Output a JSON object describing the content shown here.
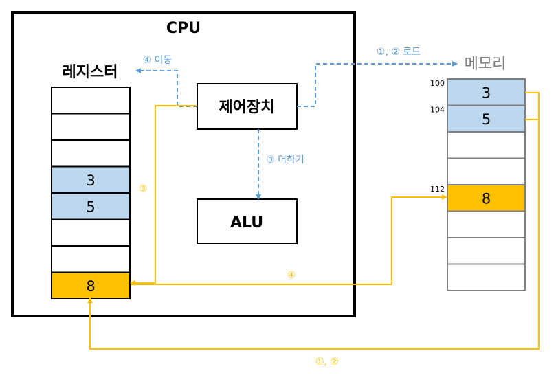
{
  "cpu": {
    "title": "CPU"
  },
  "registers": {
    "title": "레지스터",
    "cells": [
      "",
      "",
      "",
      "3",
      "5",
      "",
      "",
      "8"
    ],
    "cell_colors": [
      "#ffffff",
      "#ffffff",
      "#ffffff",
      "#bdd7ee",
      "#bdd7ee",
      "#ffffff",
      "#ffffff",
      "#ffc000"
    ]
  },
  "control_unit": {
    "label": "제어장치"
  },
  "alu": {
    "label": "ALU"
  },
  "memory": {
    "title": "메모리",
    "cells": [
      "3",
      "5",
      "",
      "",
      "8",
      "",
      "",
      ""
    ],
    "cell_colors": [
      "#bdd7ee",
      "#bdd7ee",
      "#ffffff",
      "#ffffff",
      "#ffc000",
      "#ffffff",
      "#ffffff",
      "#ffffff"
    ],
    "addresses": [
      "100",
      "104",
      "",
      "",
      "112",
      "",
      "",
      ""
    ]
  },
  "edges": {
    "move_label": "④ 이동",
    "load_label": "①, ② 로드",
    "add_label": "③ 더하기",
    "step3_label": "③",
    "step4_label": "④",
    "step12_label": "①, ②"
  },
  "colors": {
    "blue_arrow": "#5b9bd5",
    "orange_line": "#ffc000",
    "memory_border": "#7f7f7f"
  }
}
